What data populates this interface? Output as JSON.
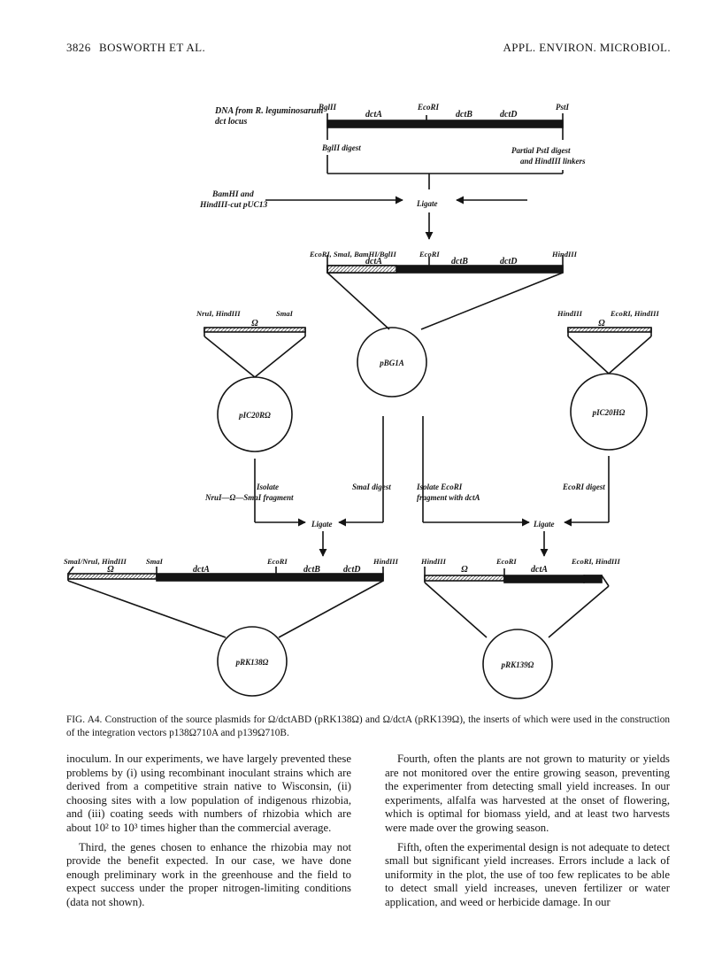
{
  "header": {
    "page_number": "3826",
    "authors": "BOSWORTH ET AL.",
    "journal": "APPL. ENVIRON. MICROBIOL."
  },
  "figure": {
    "source": {
      "title_lines": [
        "DNA from R. leguminosarum",
        "dct locus"
      ],
      "sites": [
        "BglII",
        "EcoRI",
        "PstI"
      ],
      "genes": [
        "dctA",
        "dctB",
        "dctD"
      ],
      "left_digest": "BglII digest",
      "right_digest_lines": [
        "Partial PstI digest",
        "and HindIII linkers"
      ]
    },
    "vector_lines": [
      "BamHI and",
      "HindIII-cut pUC13"
    ],
    "ligate": "Ligate",
    "pbg": {
      "sites": [
        "EcoRI, SmaI, BamHI/BglII",
        "EcoRI",
        "HindIII"
      ],
      "genes": [
        "dctA",
        "dctB",
        "dctD"
      ],
      "plasmid": "pBG1A"
    },
    "omega_r": {
      "sites": [
        "NruI, HindIII",
        "SmaI"
      ],
      "omega": "Ω",
      "plasmid": "pIC20RΩ"
    },
    "omega_h": {
      "sites": [
        "HindIII",
        "EcoRI, HindIII"
      ],
      "omega": "Ω",
      "plasmid": "pIC20HΩ"
    },
    "steps": {
      "isolate_lines": [
        "Isolate",
        "NruI—Ω—SmaI fragment"
      ],
      "smai_digest": "SmaI digest",
      "ecori_isolate_lines": [
        "Isolate EcoRI",
        "fragment with dctA"
      ],
      "ecori_digest": "EcoRI digest"
    },
    "rk138": {
      "sites": [
        "SmaI/NruI, HindIII",
        "SmaI",
        "EcoRI",
        "HindIII"
      ],
      "omega": "Ω",
      "genes": [
        "dctA",
        "dctB",
        "dctD"
      ],
      "plasmid": "pRK138Ω"
    },
    "rk139": {
      "sites": [
        "HindIII",
        "EcoRI",
        "EcoRI, HindIII"
      ],
      "omega": "Ω",
      "genes": [
        "dctA"
      ],
      "plasmid": "pRK139Ω"
    }
  },
  "caption": "FIG. A4. Construction of the source plasmids for Ω/dctABD (pRK138Ω) and Ω/dctA (pRK139Ω), the inserts of which were used in the construction of the integration vectors p138Ω710A and p139Ω710B.",
  "left_column": [
    "inoculum. In our experiments, we have largely prevented these problems by (i) using recombinant inoculant strains which are derived from a competitive strain native to Wisconsin, (ii) choosing sites with a low population of indigenous rhizobia, and (iii) coating seeds with numbers of rhizobia which are about 10² to 10³ times higher than the commercial average.",
    "Third, the genes chosen to enhance the rhizobia may not provide the benefit expected. In our case, we have done enough preliminary work in the greenhouse and the field to expect success under the proper nitrogen-limiting conditions (data not shown)."
  ],
  "right_column": [
    "Fourth, often the plants are not grown to maturity or yields are not monitored over the entire growing season, preventing the experimenter from detecting small yield increases. In our experiments, alfalfa was harvested at the onset of flowering, which is optimal for biomass yield, and at least two harvests were made over the growing season.",
    "Fifth, often the experimental design is not adequate to detect small but significant yield increases. Errors include a lack of uniformity in the plot, the use of too few replicates to be able to detect small yield increases, uneven fertilizer or water application, and weed or herbicide damage. In our"
  ]
}
